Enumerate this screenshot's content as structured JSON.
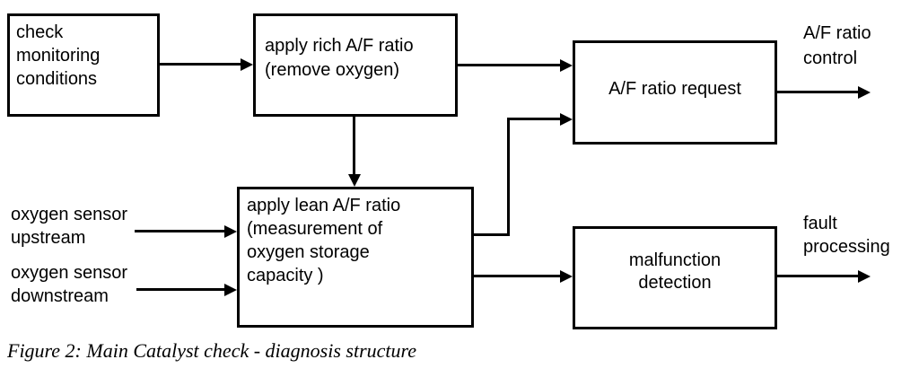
{
  "colors": {
    "ink": "#000000",
    "background": "#ffffff"
  },
  "nodes": {
    "check_monitoring": {
      "line1": "check",
      "line2": "monitoring",
      "line3": "conditions"
    },
    "apply_rich": {
      "line1": "apply rich A/F ratio",
      "line2": "(remove oxygen)"
    },
    "af_ratio_request": {
      "label": "A/F ratio request"
    },
    "apply_lean": {
      "line1": "apply lean A/F ratio",
      "line2": "(measurement of",
      "line3": "oxygen storage",
      "line4": "capacity )"
    },
    "malfunction_detection": {
      "line1": "malfunction",
      "line2": "detection"
    }
  },
  "inputs": {
    "oxygen_upstream": {
      "line1": "oxygen sensor",
      "line2": "upstream"
    },
    "oxygen_downstream": {
      "line1": "oxygen sensor",
      "line2": "downstream"
    }
  },
  "outputs": {
    "af_ratio_control": {
      "line1": "A/F ratio",
      "line2": "control"
    },
    "fault_processing": {
      "line1": "fault",
      "line2": "processing"
    }
  },
  "caption": "Figure 2: Main Catalyst check - diagnosis structure"
}
